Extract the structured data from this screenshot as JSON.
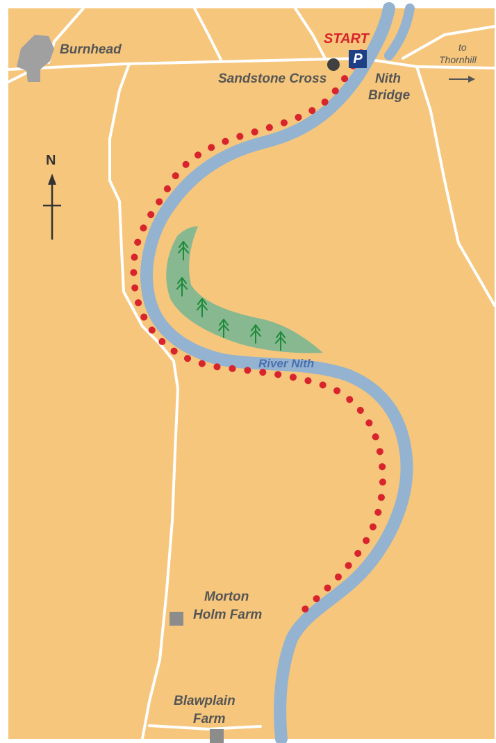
{
  "map": {
    "colors": {
      "land": "#f6c67c",
      "road": "#ffffff",
      "river": "#94b3d0",
      "woodland": "#87b890",
      "trees": "#1e8a3a",
      "route": "#d8242c",
      "settlement": "#a0a0a0",
      "parking": "#1d3f86",
      "label": "#555555"
    },
    "north_label": "N",
    "start_label": "START",
    "parking_label": "P",
    "places": {
      "burnhead": "Burnhead",
      "sandstone_cross": "Sandstone Cross",
      "nith_bridge_line1": "Nith",
      "nith_bridge_line2": "Bridge",
      "to_line1": "to",
      "to_line2": "Thornhill",
      "river": "River Nith",
      "morton_line1": "Morton",
      "morton_line2": "Holm Farm",
      "blawplain_line1": "Blawplain",
      "blawplain_line2": "Farm"
    },
    "icons": [
      "north-arrow-icon",
      "parking-icon",
      "tree-icon",
      "direction-arrow-icon",
      "farm-square-icon",
      "cross-marker-icon"
    ]
  }
}
